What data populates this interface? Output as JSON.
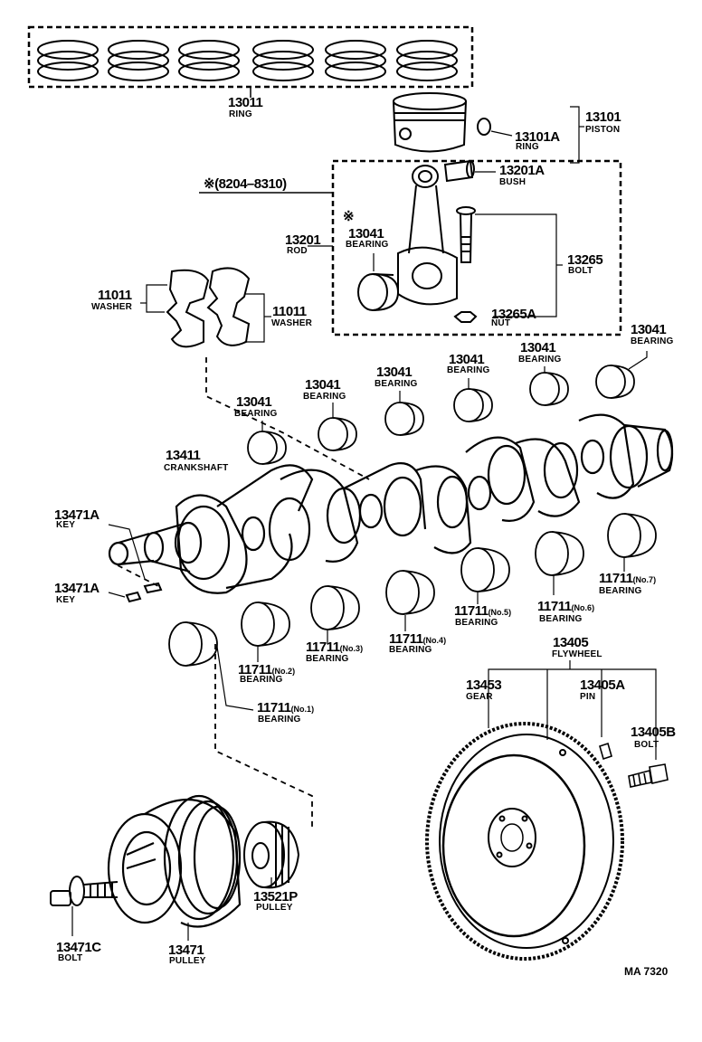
{
  "date_note": "※(8204–8310)",
  "catalog_code": "MA 7320",
  "parts": {
    "ring_13011": {
      "number": "13011",
      "name": "RING"
    },
    "ring_13101a": {
      "number": "13101A",
      "name": "RING"
    },
    "piston_13101": {
      "number": "13101",
      "name": "PISTON"
    },
    "bush_13201a": {
      "number": "13201A",
      "name": "BUSH"
    },
    "rod_13201": {
      "number": "13201",
      "name": "ROD"
    },
    "bearing_13041_rod": {
      "mark": "※",
      "number": "13041",
      "name": "BEARING"
    },
    "bolt_13265": {
      "number": "13265",
      "name": "BOLT"
    },
    "nut_13265a": {
      "number": "13265A",
      "name": "NUT"
    },
    "washer_11011_left": {
      "number": "11011",
      "name": "WASHER"
    },
    "washer_11011_right": {
      "number": "11011",
      "name": "WASHER"
    },
    "bearing_13041_a": {
      "number": "13041",
      "name": "BEARING"
    },
    "bearing_13041_b": {
      "number": "13041",
      "name": "BEARING"
    },
    "bearing_13041_c": {
      "number": "13041",
      "name": "BEARING"
    },
    "bearing_13041_d": {
      "number": "13041",
      "name": "BEARING"
    },
    "bearing_13041_e": {
      "number": "13041",
      "name": "BEARING"
    },
    "bearing_13041_f": {
      "number": "13041",
      "name": "BEARING"
    },
    "crankshaft_13411": {
      "number": "13411",
      "name": "CRANKSHAFT"
    },
    "key_13471a_upper": {
      "number": "13471A",
      "name": "KEY"
    },
    "key_13471a_lower": {
      "number": "13471A",
      "name": "KEY"
    },
    "bearing_11711_no1": {
      "number": "11711",
      "sub": "(No.1)",
      "name": "BEARING"
    },
    "bearing_11711_no2": {
      "number": "11711",
      "sub": "(No.2)",
      "name": "BEARING"
    },
    "bearing_11711_no3": {
      "number": "11711",
      "sub": "(No.3)",
      "name": "BEARING"
    },
    "bearing_11711_no4": {
      "number": "11711",
      "sub": "(No.4)",
      "name": "BEARING"
    },
    "bearing_11711_no5": {
      "number": "11711",
      "sub": "(No.5)",
      "name": "BEARING"
    },
    "bearing_11711_no6": {
      "number": "11711",
      "sub": "(No.6)",
      "name": "BEARING"
    },
    "bearing_11711_no7": {
      "number": "11711",
      "sub": "(No.7)",
      "name": "BEARING"
    },
    "flywheel_13405": {
      "number": "13405",
      "name": "FLYWHEEL"
    },
    "gear_13453": {
      "number": "13453",
      "name": "GEAR"
    },
    "pin_13405a": {
      "number": "13405A",
      "name": "PIN"
    },
    "bolt_13405b": {
      "number": "13405B",
      "name": "BOLT"
    },
    "pulley_13521p": {
      "number": "13521P",
      "name": "PULLEY"
    },
    "pulley_13471": {
      "number": "13471",
      "name": "PULLEY"
    },
    "bolt_13471c": {
      "number": "13471C",
      "name": "BOLT"
    }
  }
}
